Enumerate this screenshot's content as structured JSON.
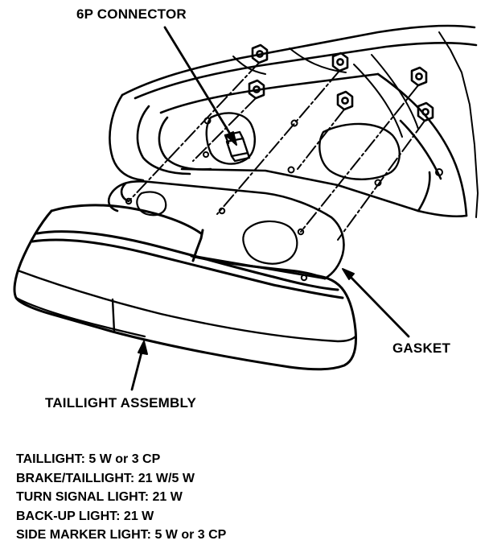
{
  "labels": {
    "connector": "6P CONNECTOR",
    "gasket": "GASKET",
    "assembly": "TAILLIGHT ASSEMBLY"
  },
  "specs": [
    "TAILLIGHT: 5 W or 3 CP",
    "BRAKE/TAILLIGHT: 21 W/5 W",
    "TURN SIGNAL LIGHT: 21 W",
    "BACK-UP LIGHT: 21 W",
    "SIDE MARKER LIGHT: 5 W or 3 CP"
  ],
  "colors": {
    "ink": "#000000",
    "paper": "#ffffff"
  }
}
